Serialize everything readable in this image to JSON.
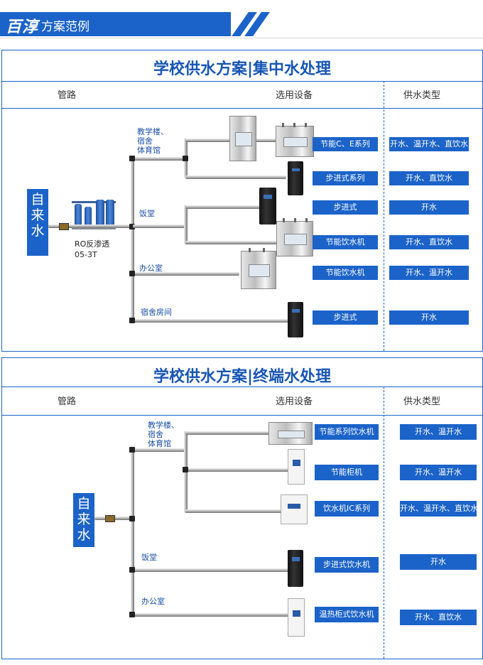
{
  "banner": {
    "brand": "百淳",
    "subtitle": "方案范例"
  },
  "col_headers": {
    "pipe": "管路",
    "device": "选用设备",
    "supply": "供水类型"
  },
  "panel1": {
    "title": "学校供水方案|集中水处理",
    "source": "自来水",
    "ro_label": "RO反渗透",
    "ro_model": "05-3T",
    "branches": [
      "教学楼、\n宿舍\n体育馆",
      "饭堂",
      "办公室",
      "宿舍房间"
    ],
    "devices": [
      "节能C、E系列",
      "步进式系列",
      "步进式",
      "节能饮水机",
      "节能饮水机",
      "步进式"
    ],
    "supplies": [
      "开水、温开水、直饮水",
      "开水、直饮水",
      "开水",
      "开水、直饮水",
      "开水、温开水",
      "开水"
    ]
  },
  "panel2": {
    "title": "学校供水方案|终端水处理",
    "source": "自来水",
    "branches": [
      "教学楼、\n宿舍\n体育馆",
      "饭堂",
      "办公室"
    ],
    "devices": [
      "节能系列饮水机",
      "节能柜机",
      "饮水机IC系列",
      "步进式饮水机",
      "温热柜式饮水机"
    ],
    "supplies": [
      "开水、温开水",
      "开水、温开水",
      "开水、温开水、直饮水",
      "开水",
      "开水、直饮水"
    ]
  }
}
